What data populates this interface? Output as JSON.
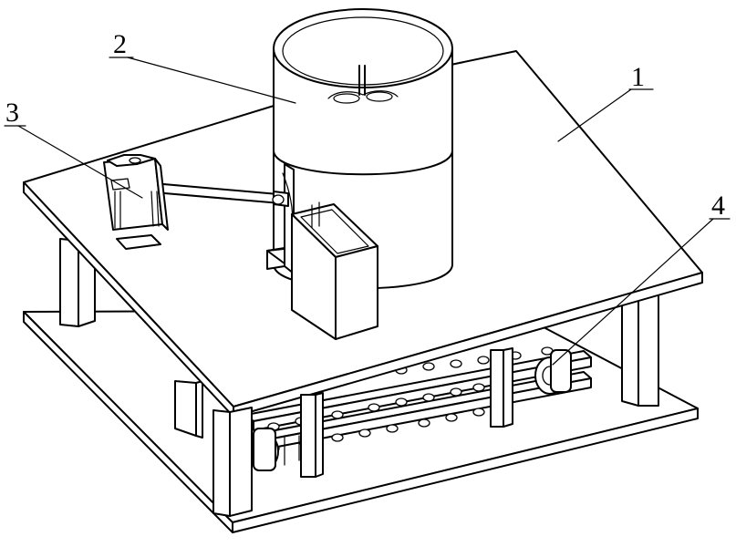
{
  "callouts": [
    {
      "id": "part-1",
      "label": "1"
    },
    {
      "id": "part-2",
      "label": "2"
    },
    {
      "id": "part-3",
      "label": "3"
    },
    {
      "id": "part-4",
      "label": "4"
    }
  ]
}
